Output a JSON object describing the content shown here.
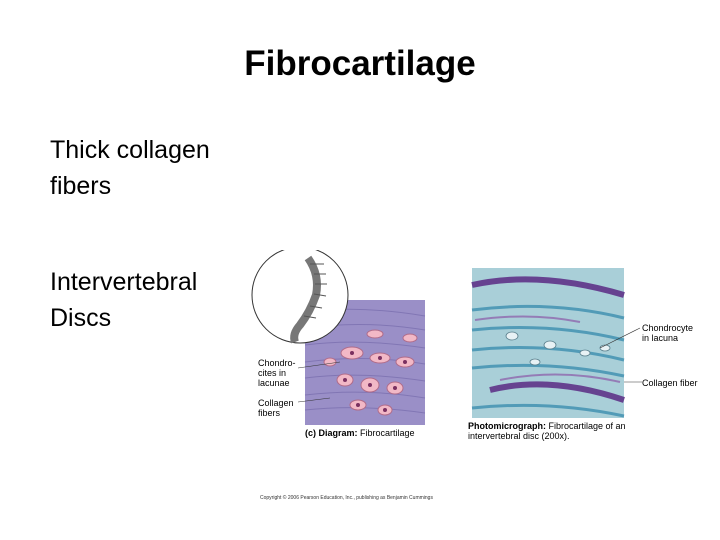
{
  "slide": {
    "title": "Fibrocartilage",
    "bullets": [
      {
        "lines": [
          "Thick collagen",
          "fibers"
        ]
      },
      {
        "lines": [
          "Intervertebral",
          "Discs"
        ]
      }
    ]
  },
  "figure": {
    "diagram_labels": {
      "chondrocytes_line1": "Chondro-",
      "chondrocytes_line2": "cites in",
      "chondrocytes_line3": "lacunae",
      "collagen_line1": "Collagen",
      "collagen_line2": "fibers"
    },
    "diagram_caption_prefix": "(c) Diagram:",
    "diagram_caption_text": "Fibrocartilage",
    "photo_labels": {
      "chondrocyte_line1": "Chondrocyte",
      "chondrocyte_line2": "in lacuna",
      "collagen_fiber": "Collagen fiber"
    },
    "photo_caption_prefix": "Photomicrograph:",
    "photo_caption_text": "Fibrocartilage of an",
    "photo_caption_line2": "intervertebral disc (200x).",
    "copyright": "Copyright © 2006 Pearson Education, Inc., publishing as Benjamin Cummings"
  },
  "colors": {
    "diagram_bg": "#9a8fc7",
    "lacuna_fill": "#f2b8c6",
    "photo_bg": "#a9cfd8",
    "photo_purple": "#5b2a84",
    "photo_blue": "#3d8fb0"
  }
}
